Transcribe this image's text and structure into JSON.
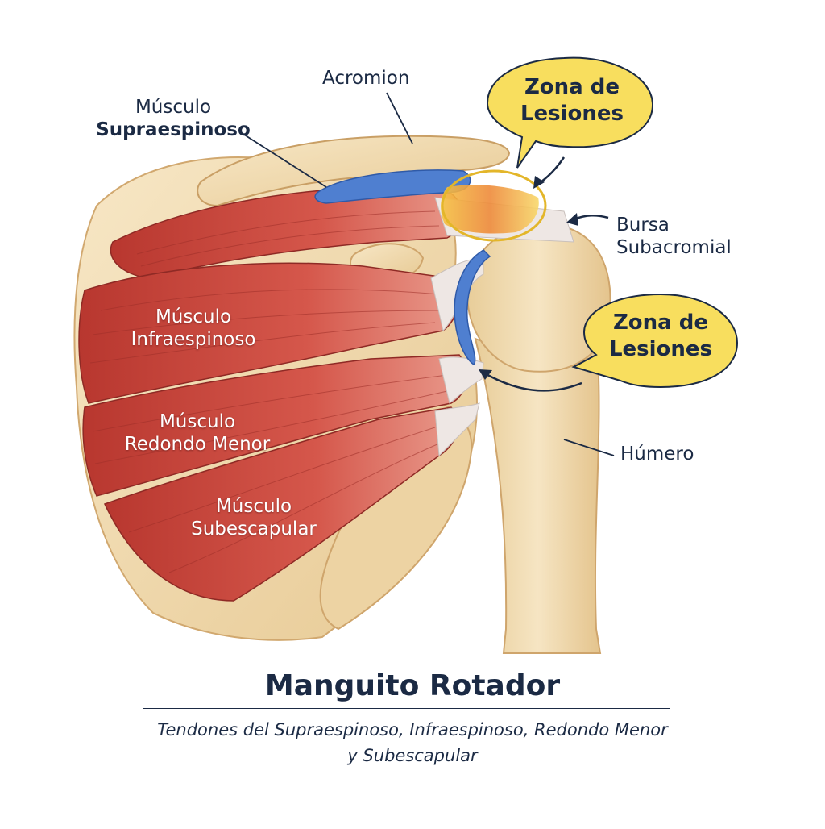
{
  "labels": {
    "acromion": "Acromion",
    "supraespinoso": {
      "line1": "Músculo",
      "line2": "Supraespinoso"
    },
    "infraespinoso": {
      "line1": "Músculo",
      "line2": "Infraespinoso"
    },
    "redondo_menor": {
      "line1": "Músculo",
      "line2": "Redondo Menor"
    },
    "subescapular": {
      "line1": "Músculo",
      "line2": "Subescapular"
    },
    "bursa": {
      "line1": "Bursa",
      "line2": "Subacromial"
    },
    "humero": "Húmero"
  },
  "callouts": [
    {
      "line1": "Zona de",
      "line2": "Lesiones"
    },
    {
      "line1": "Zona de",
      "line2": "Lesiones"
    }
  ],
  "title": "Manguito Rotador",
  "subtitle": {
    "line1": "Tendones del Supraespinoso, Infraespinoso, Redondo Menor",
    "line2": "y Subescapular"
  },
  "colors": {
    "bone": "#f2ddb3",
    "bone_edge": "#d4ae78",
    "muscle": "#c9463d",
    "tendon": "#eee7e4",
    "bursa": "#4f7fd0",
    "callout_fill": "#f8de5e",
    "text": "#1b2a44"
  }
}
